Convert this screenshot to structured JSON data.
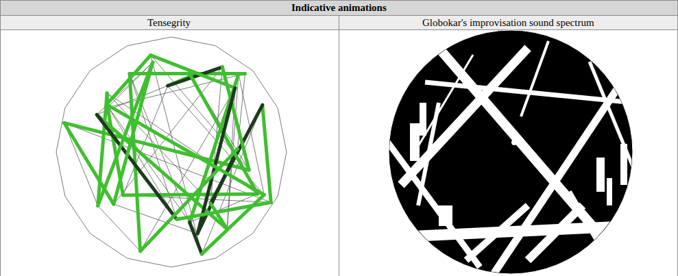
{
  "diagram": {
    "labels": [
      "Indicative animations",
      "Tensegrity",
      "Globokar's improvisation sound spectrum"
    ]
  }
}
